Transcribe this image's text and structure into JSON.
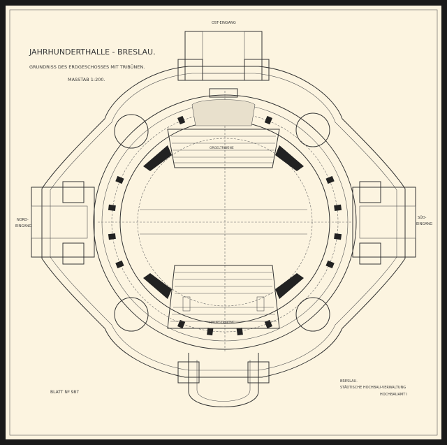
{
  "title": {
    "line1": "JAHRHUNDERTHALLE - BRESLAU.",
    "line2": "GRUNDRISS DES ERDGESCHOSSES MIT TRIBÜNEN.",
    "line3": "MASSTAB 1:200."
  },
  "labels": {
    "east_entrance": "OST-EINGANG",
    "north_entrance_1": "NORD-",
    "north_entrance_2": "EINGANG",
    "south_entrance_1": "SÜD-",
    "south_entrance_2": "EINGANG",
    "organ_gallery": "ORGELTRIBÜNE",
    "main_gallery": "HAUPT-TRIBÜNE"
  },
  "sheet_number": "BLATT Nº 987",
  "office": {
    "line1": "BRESLAU.",
    "line2": "STÄDTISCHE HOCHBAU-VERWALTUNG",
    "line3": "HOCHBAUAMT I"
  },
  "colors": {
    "paper": "#fcf4e0",
    "ink": "#222222",
    "frame": "#1a1a1a"
  }
}
